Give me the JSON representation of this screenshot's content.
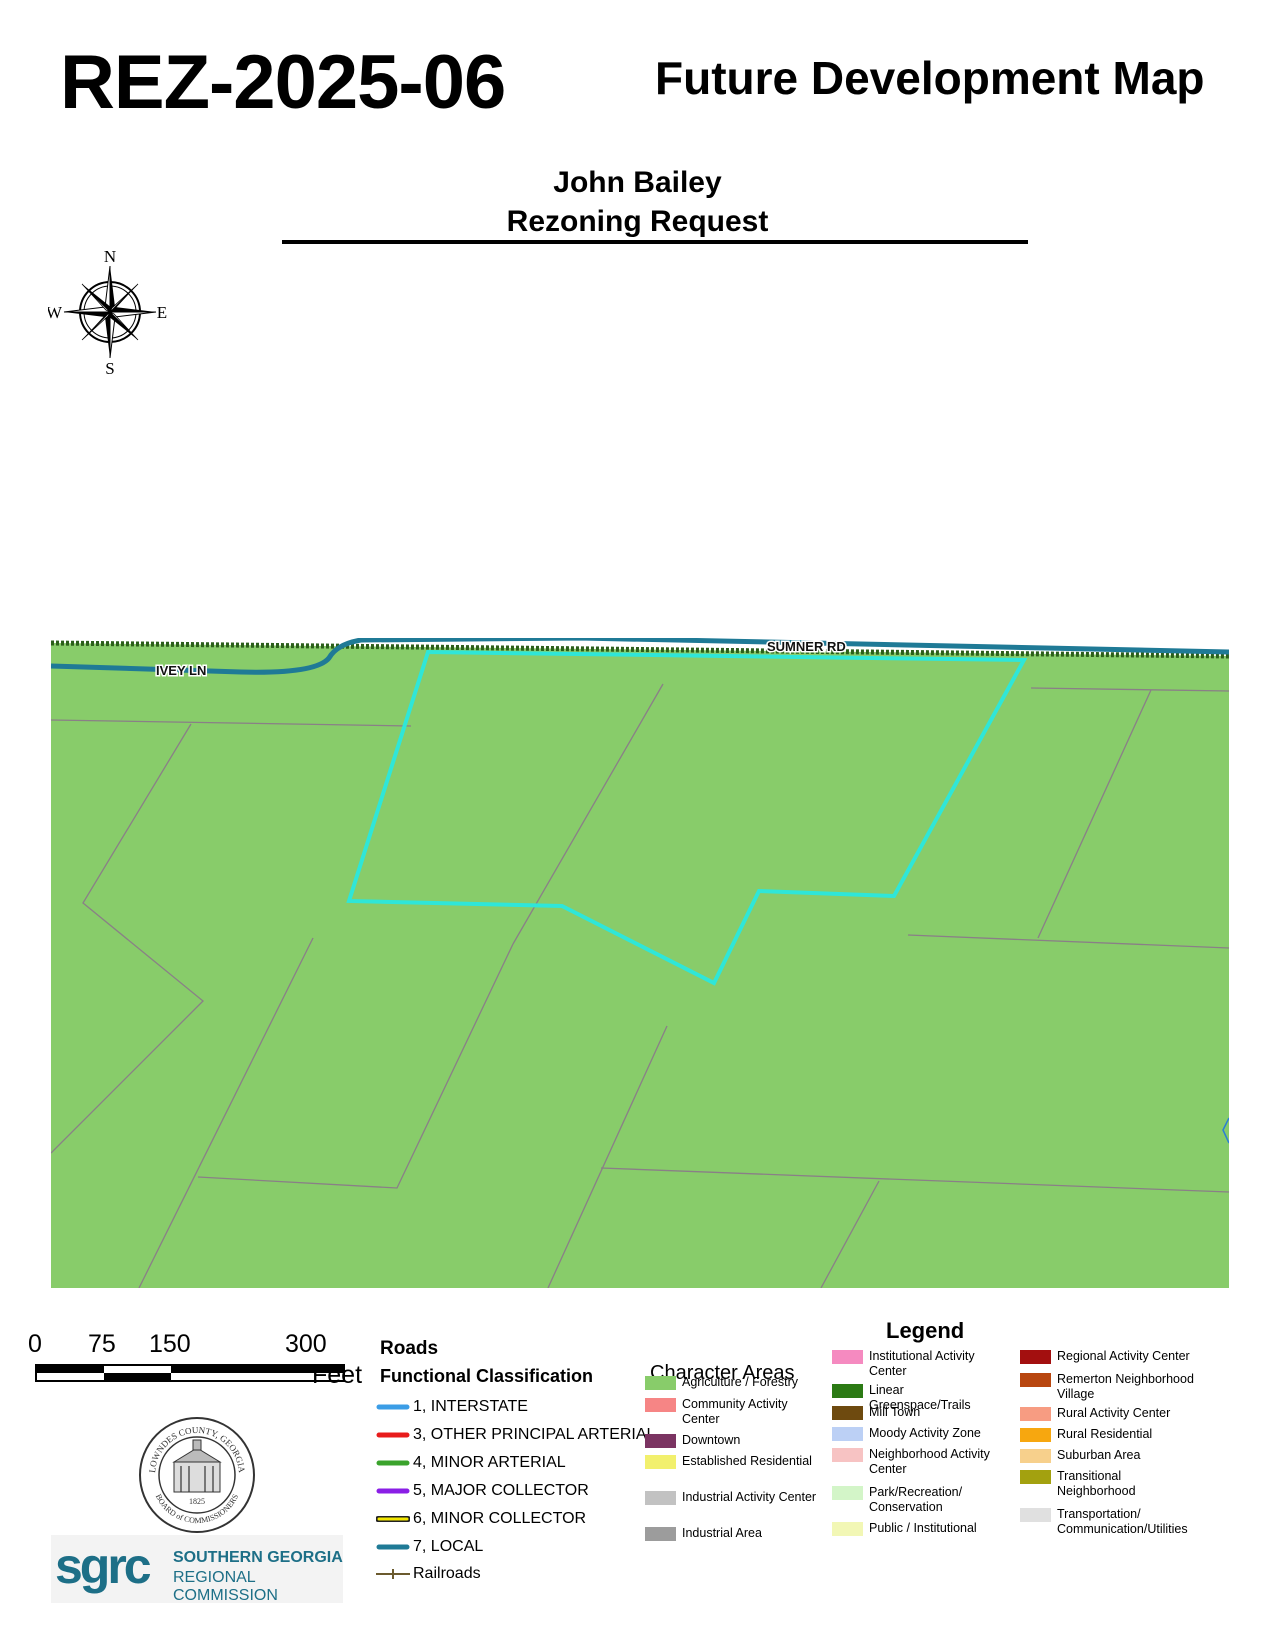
{
  "header": {
    "case_number": "REZ-2025-06",
    "map_title": "Future Development Map",
    "applicant": "John Bailey",
    "request": "Rezoning Request"
  },
  "compass": {
    "n": "N",
    "s": "S",
    "e": "E",
    "w": "W"
  },
  "map": {
    "road_labels": {
      "sumner": "SUMNER RD",
      "ivey": "IVEY LN"
    },
    "colors": {
      "fill": "#88cc6a",
      "parcel_lines": "#8a7f87",
      "subject_outline": "#2fe6d8",
      "local_road": "#1f7a96"
    }
  },
  "scale": {
    "ticks": [
      "0",
      "75",
      "150",
      "300"
    ],
    "unit": "Feet"
  },
  "roads": {
    "title": "Roads",
    "subtitle": "Functional Classification",
    "items": [
      {
        "label": "1, INTERSTATE",
        "color": "#3b9de6"
      },
      {
        "label": "3, OTHER PRINCIPAL ARTERIAL",
        "color": "#e81c1c"
      },
      {
        "label": "4, MINOR ARTERIAL",
        "color": "#3aa32c"
      },
      {
        "label": "5, MAJOR COLLECTOR",
        "color": "#8a1ee6"
      },
      {
        "label": "6, MINOR COLLECTOR",
        "color": "#f2e600"
      },
      {
        "label": "7, LOCAL",
        "color": "#1f7a96"
      },
      {
        "label": "Railroads",
        "color": "#6b5a2e"
      }
    ]
  },
  "legend": {
    "title": "Legend",
    "character_title": "Character Areas",
    "col1": [
      {
        "label": "Agriculture / Forestry",
        "color": "#88cc6a"
      },
      {
        "label": "Community Activity Center",
        "color": "#f68585"
      },
      {
        "label": "Downtown",
        "color": "#7b3462"
      },
      {
        "label": "Established Residential",
        "color": "#f2f06d"
      },
      {
        "label": "Industrial Activity Center",
        "color": "#c2c2c2"
      },
      {
        "label": "Industrial Area",
        "color": "#9c9c9c"
      }
    ],
    "col2": [
      {
        "label": "Institutional Activity Center",
        "color": "#f58ac0"
      },
      {
        "label": "Linear Greenspace/Trails",
        "color": "#2b7a14"
      },
      {
        "label": "Mill Town",
        "color": "#6e4a0f"
      },
      {
        "label": "Moody Activity Zone",
        "color": "#bcd0f5"
      },
      {
        "label": "Neighborhood Activity Center",
        "color": "#f7c3c3"
      },
      {
        "label": "Park/Recreation/ Conservation",
        "color": "#d3f5c8"
      },
      {
        "label": "Public / Institutional",
        "color": "#f2f7b5"
      }
    ],
    "col3": [
      {
        "label": "Regional Activity Center",
        "color": "#a30f0f"
      },
      {
        "label": "Remerton Neighborhood Village",
        "color": "#b8460f"
      },
      {
        "label": "Rural Activity Center",
        "color": "#f79c82"
      },
      {
        "label": "Rural Residential",
        "color": "#f7a70f"
      },
      {
        "label": "Suburban Area",
        "color": "#f7d08c"
      },
      {
        "label": "Transitional Neighborhood",
        "color": "#a3a10f"
      },
      {
        "label": "Transportation/ Communication/Utilities",
        "color": "#e0e0e0"
      }
    ]
  },
  "logos": {
    "seal_top": "LOWNDES COUNTY, GEORGIA",
    "seal_year": "1825",
    "seal_bottom": "BOARD of COMMISSIONERS",
    "sgrc_mark": "sgrc",
    "sgrc_line1": "SOUTHERN GEORGIA",
    "sgrc_line2": "REGIONAL COMMISSION"
  }
}
